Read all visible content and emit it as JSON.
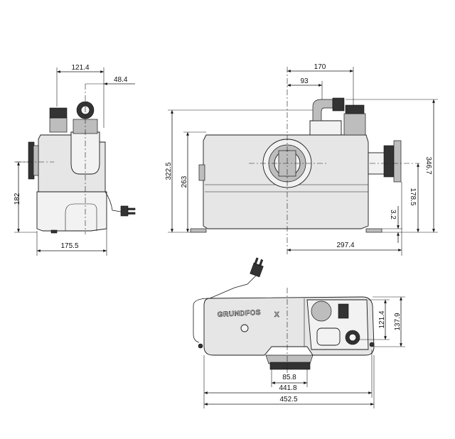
{
  "dimensions": {
    "side_top_width": "121.4",
    "side_offset": "48.4",
    "side_height": "182",
    "side_base": "175.5",
    "front_top_width": "170",
    "front_top_offset": "93",
    "front_height_outlet": "322.5",
    "front_height_body": "263",
    "front_height_inlet": "178.5",
    "front_height_total": "346.7",
    "front_base_gap": "3.2",
    "front_width": "297.4",
    "top_depth_inner": "121.4",
    "top_depth_outer": "137.9",
    "top_outlet_width": "85.8",
    "top_width_inner": "441.8",
    "top_width_total": "452.5"
  },
  "logo": {
    "brand": "GRUNDFOS"
  }
}
